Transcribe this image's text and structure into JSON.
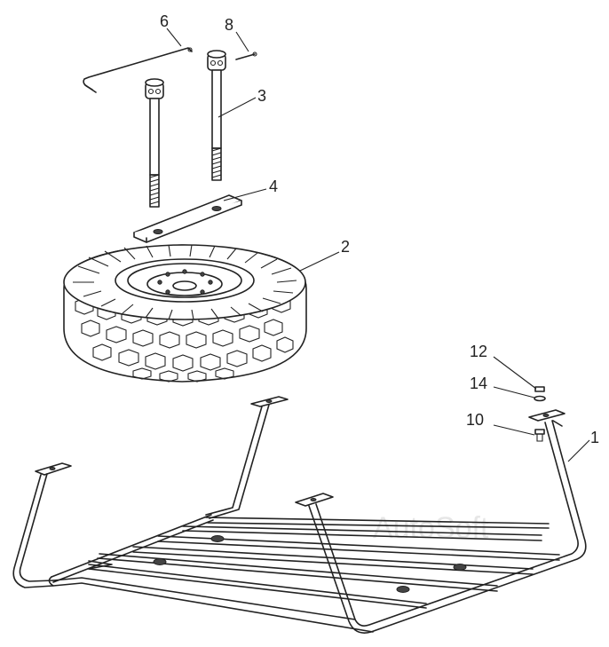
{
  "callouts": {
    "c1": "1",
    "c2": "2",
    "c3": "3",
    "c4": "4",
    "c6": "6",
    "c8": "8",
    "c10": "10",
    "c12": "12",
    "c14": "14"
  },
  "watermark": "AutoSoft",
  "colors": {
    "line": "#222222",
    "background": "#ffffff",
    "watermark": "#e6e6e6"
  }
}
